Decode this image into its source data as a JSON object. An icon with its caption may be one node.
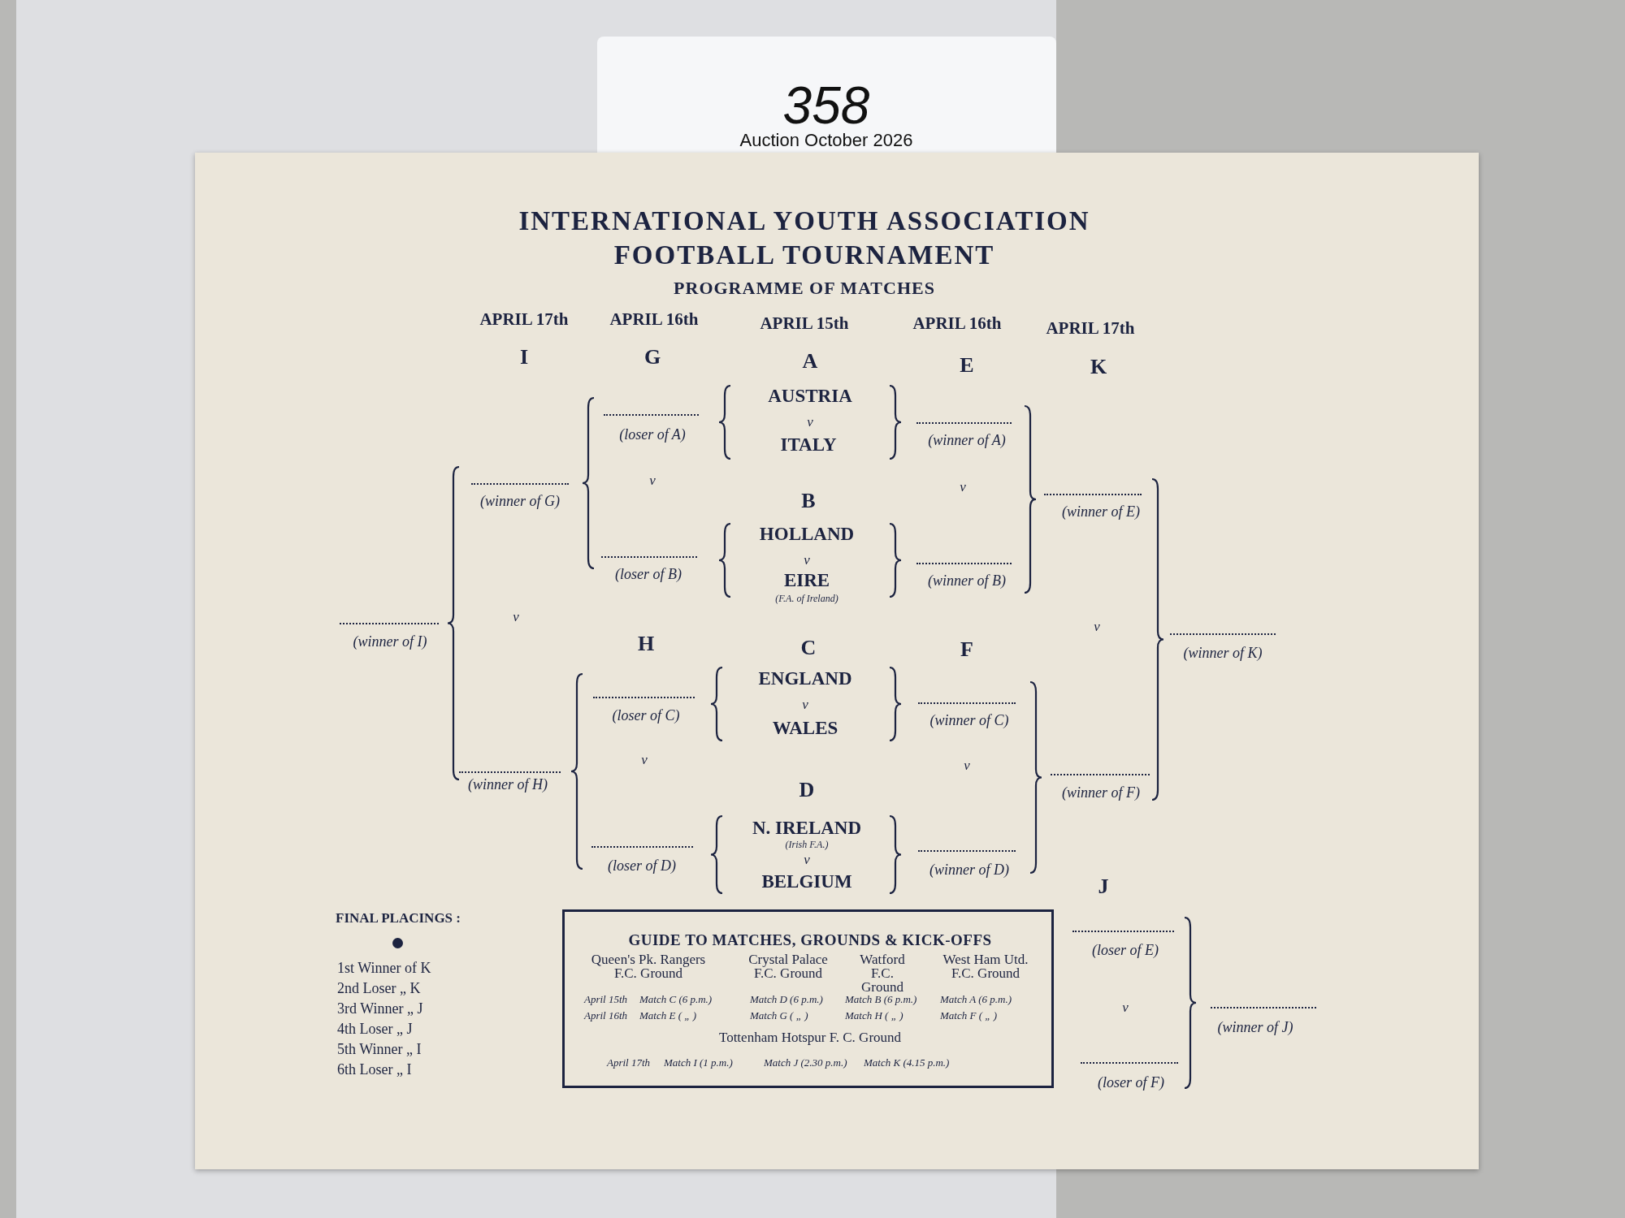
{
  "diagram": {
    "title": "INTERNATIONAL YOUTH ASSOCIATION FOOTBALL TOURNAMENT",
    "nodes": [
      {
        "text": [
          "358",
          "Auction October 2026"
        ]
      },
      {
        "text": [
          "GUIDE TO MATCHES, GROUNDS & KICK-OFFS",
          "Queen's Pk. Rangers F.C. Ground",
          "Crystal Palace F.C. Ground",
          "Watford F.C. Ground",
          "West Ham Utd. F.C. Ground",
          "April 15th",
          "Match C (6 p.m.)",
          "Match D (6 p.m.)",
          "Match B (6 p.m.)",
          "Match A (6 p.m.)",
          "April 16th",
          "Match E ( „ )",
          "Match G ( „ )",
          "Match H ( „ )",
          "Match F ( „ )",
          "Tottenham Hotspur F. C. Ground",
          "April 17th",
          "Match I (1 p.m.)",
          "Match J (2.30 p.m.)",
          "Match K (4.15 p.m.)"
        ]
      }
    ],
    "labels": [
      "PROGRAMME OF MATCHES",
      "APRIL 17th",
      "APRIL 16th",
      "APRIL 15th",
      "APRIL 16th",
      "APRIL 17th",
      "I",
      "G",
      "A",
      "E",
      "K",
      "AUSTRIA",
      "v",
      "ITALY",
      "(loser of A)",
      "(winner of A)",
      "v",
      "v",
      "(winner of G)",
      "B",
      "(winner of E)",
      "HOLLAND",
      "v",
      "(loser of B)",
      "EIRE",
      "(winner of B)",
      "(F.A. of Ireland)",
      "v",
      "v",
      "(winner of I)",
      "H",
      "C",
      "F",
      "(winner of K)",
      "ENGLAND",
      "v",
      "(loser of C)",
      "(winner of C)",
      "WALES",
      "v",
      "v",
      "(winner of H)",
      "D",
      "(winner of F)",
      "N. IRELAND",
      "(Irish F.A.)",
      "v",
      "(loser of D)",
      "(winner of D)",
      "BELGIUM",
      "J",
      "FINAL PLACINGS :",
      "1st Winner of K",
      "2nd Loser „ K",
      "3rd Winner „ J",
      "4th Loser „ J",
      "5th Winner „ I",
      "6th Loser „ I",
      "(loser of E)",
      "v",
      "(winner of J)",
      "(loser of F)"
    ]
  }
}
